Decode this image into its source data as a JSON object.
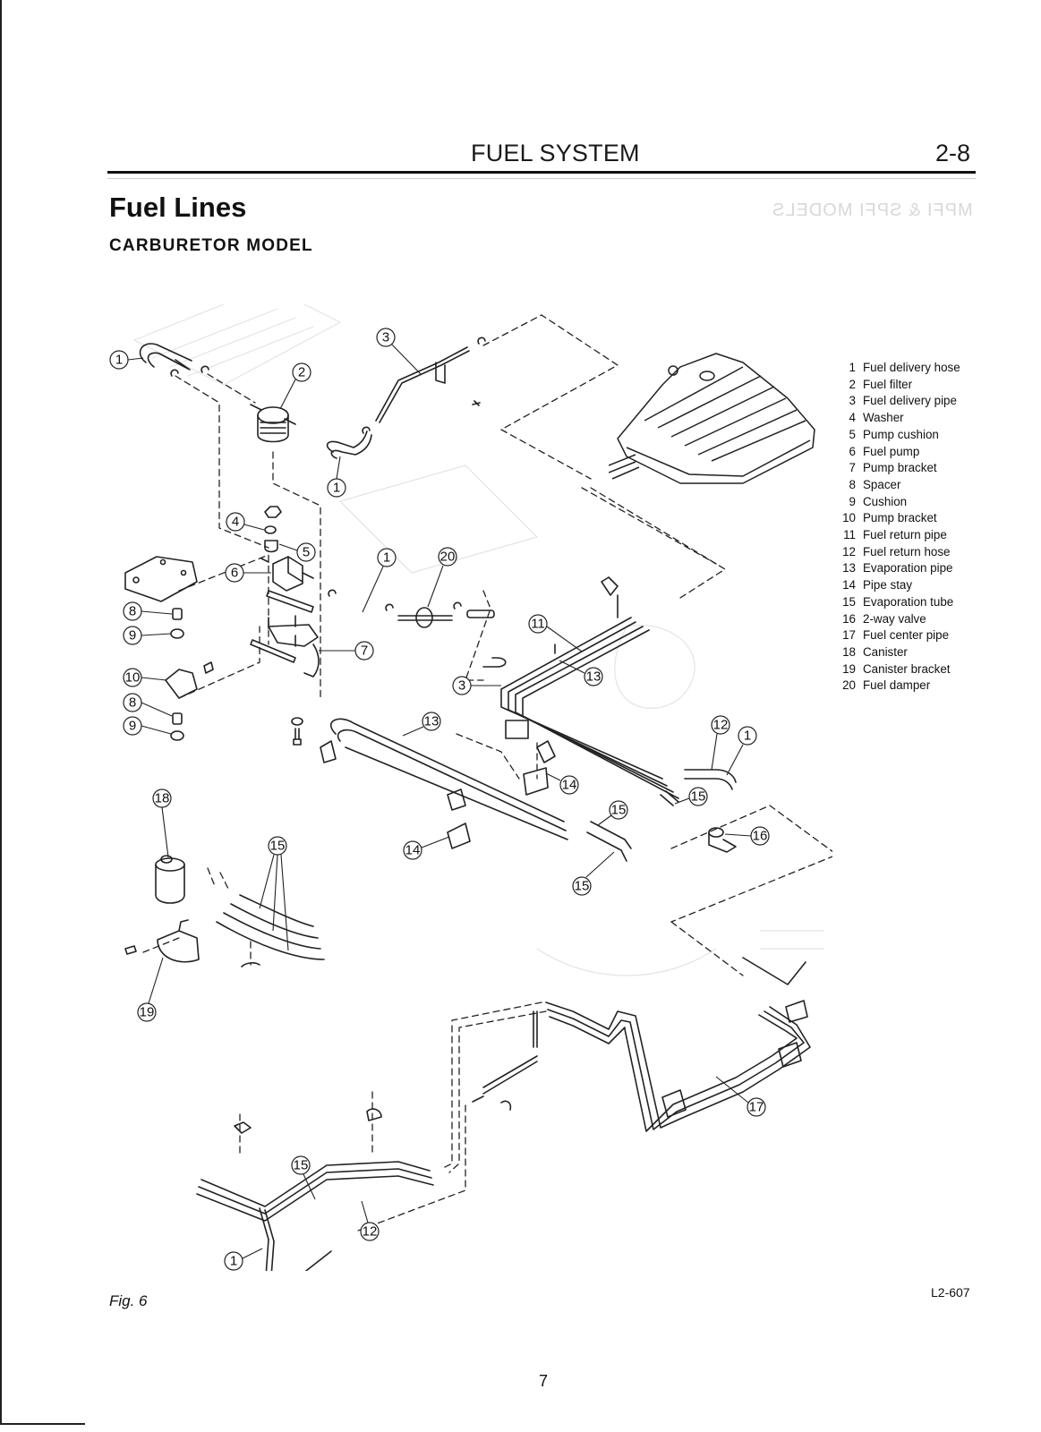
{
  "header": {
    "running_title": "FUEL SYSTEM",
    "page_ref": "2-8"
  },
  "section": {
    "title": "Fuel Lines",
    "subtitle": "CARBURETOR MODEL",
    "bleed_through_text": "MPFI & SPFI MODELS"
  },
  "legend": {
    "items": [
      {
        "num": "1",
        "name": "Fuel delivery hose"
      },
      {
        "num": "2",
        "name": "Fuel filter"
      },
      {
        "num": "3",
        "name": "Fuel delivery pipe"
      },
      {
        "num": "4",
        "name": "Washer"
      },
      {
        "num": "5",
        "name": "Pump cushion"
      },
      {
        "num": "6",
        "name": "Fuel pump"
      },
      {
        "num": "7",
        "name": "Pump bracket"
      },
      {
        "num": "8",
        "name": "Spacer"
      },
      {
        "num": "9",
        "name": "Cushion"
      },
      {
        "num": "10",
        "name": "Pump bracket"
      },
      {
        "num": "11",
        "name": "Fuel return pipe"
      },
      {
        "num": "12",
        "name": "Fuel return hose"
      },
      {
        "num": "13",
        "name": "Evaporation pipe"
      },
      {
        "num": "14",
        "name": "Pipe stay"
      },
      {
        "num": "15",
        "name": "Evaporation tube"
      },
      {
        "num": "16",
        "name": "2-way valve"
      },
      {
        "num": "17",
        "name": "Fuel center pipe"
      },
      {
        "num": "18",
        "name": "Canister"
      },
      {
        "num": "19",
        "name": "Canister bracket"
      },
      {
        "num": "20",
        "name": "Fuel damper"
      }
    ]
  },
  "diagram": {
    "callouts": [
      "1",
      "2",
      "3",
      "1",
      "4",
      "5",
      "6",
      "1",
      "20",
      "8",
      "9",
      "7",
      "10",
      "8",
      "9",
      "11",
      "13",
      "3",
      "13",
      "12",
      "1",
      "14",
      "15",
      "14",
      "15",
      "16",
      "15",
      "18",
      "15",
      "19",
      "17",
      "15",
      "12",
      "1"
    ]
  },
  "footer": {
    "figure_label": "Fig. 6",
    "drawing_id": "L2-607",
    "page_number": "7"
  }
}
